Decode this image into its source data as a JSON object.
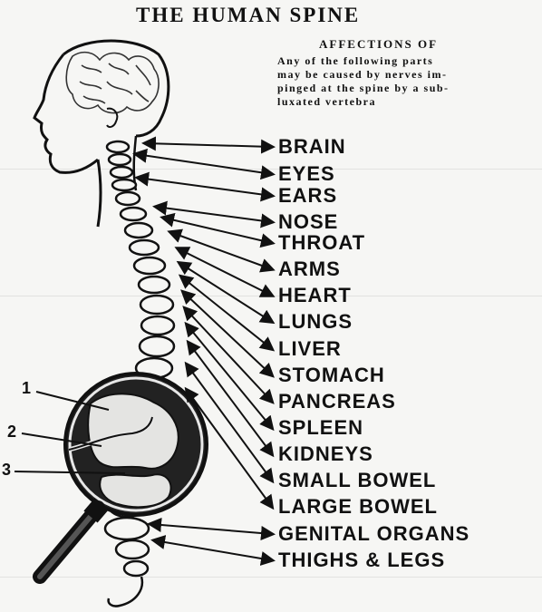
{
  "title": "THE HUMAN SPINE",
  "subtitle": "AFFECTIONS OF",
  "description_lines": [
    "Any of the following parts",
    "may be caused by nerves im-",
    "pinged at the spine by a sub-",
    "luxated vertebra"
  ],
  "organs": [
    "BRAIN",
    "EYES",
    "EARS",
    "NOSE",
    "THROAT",
    "ARMS",
    "HEART",
    "LUNGS",
    "LIVER",
    "STOMACH",
    "PANCREAS",
    "SPLEEN",
    "KIDNEYS",
    "SMALL BOWEL",
    "LARGE BOWEL",
    "GENITAL ORGANS",
    "THIGHS & LEGS"
  ],
  "magnifier_callouts": [
    "1",
    "2",
    "3"
  ]
}
